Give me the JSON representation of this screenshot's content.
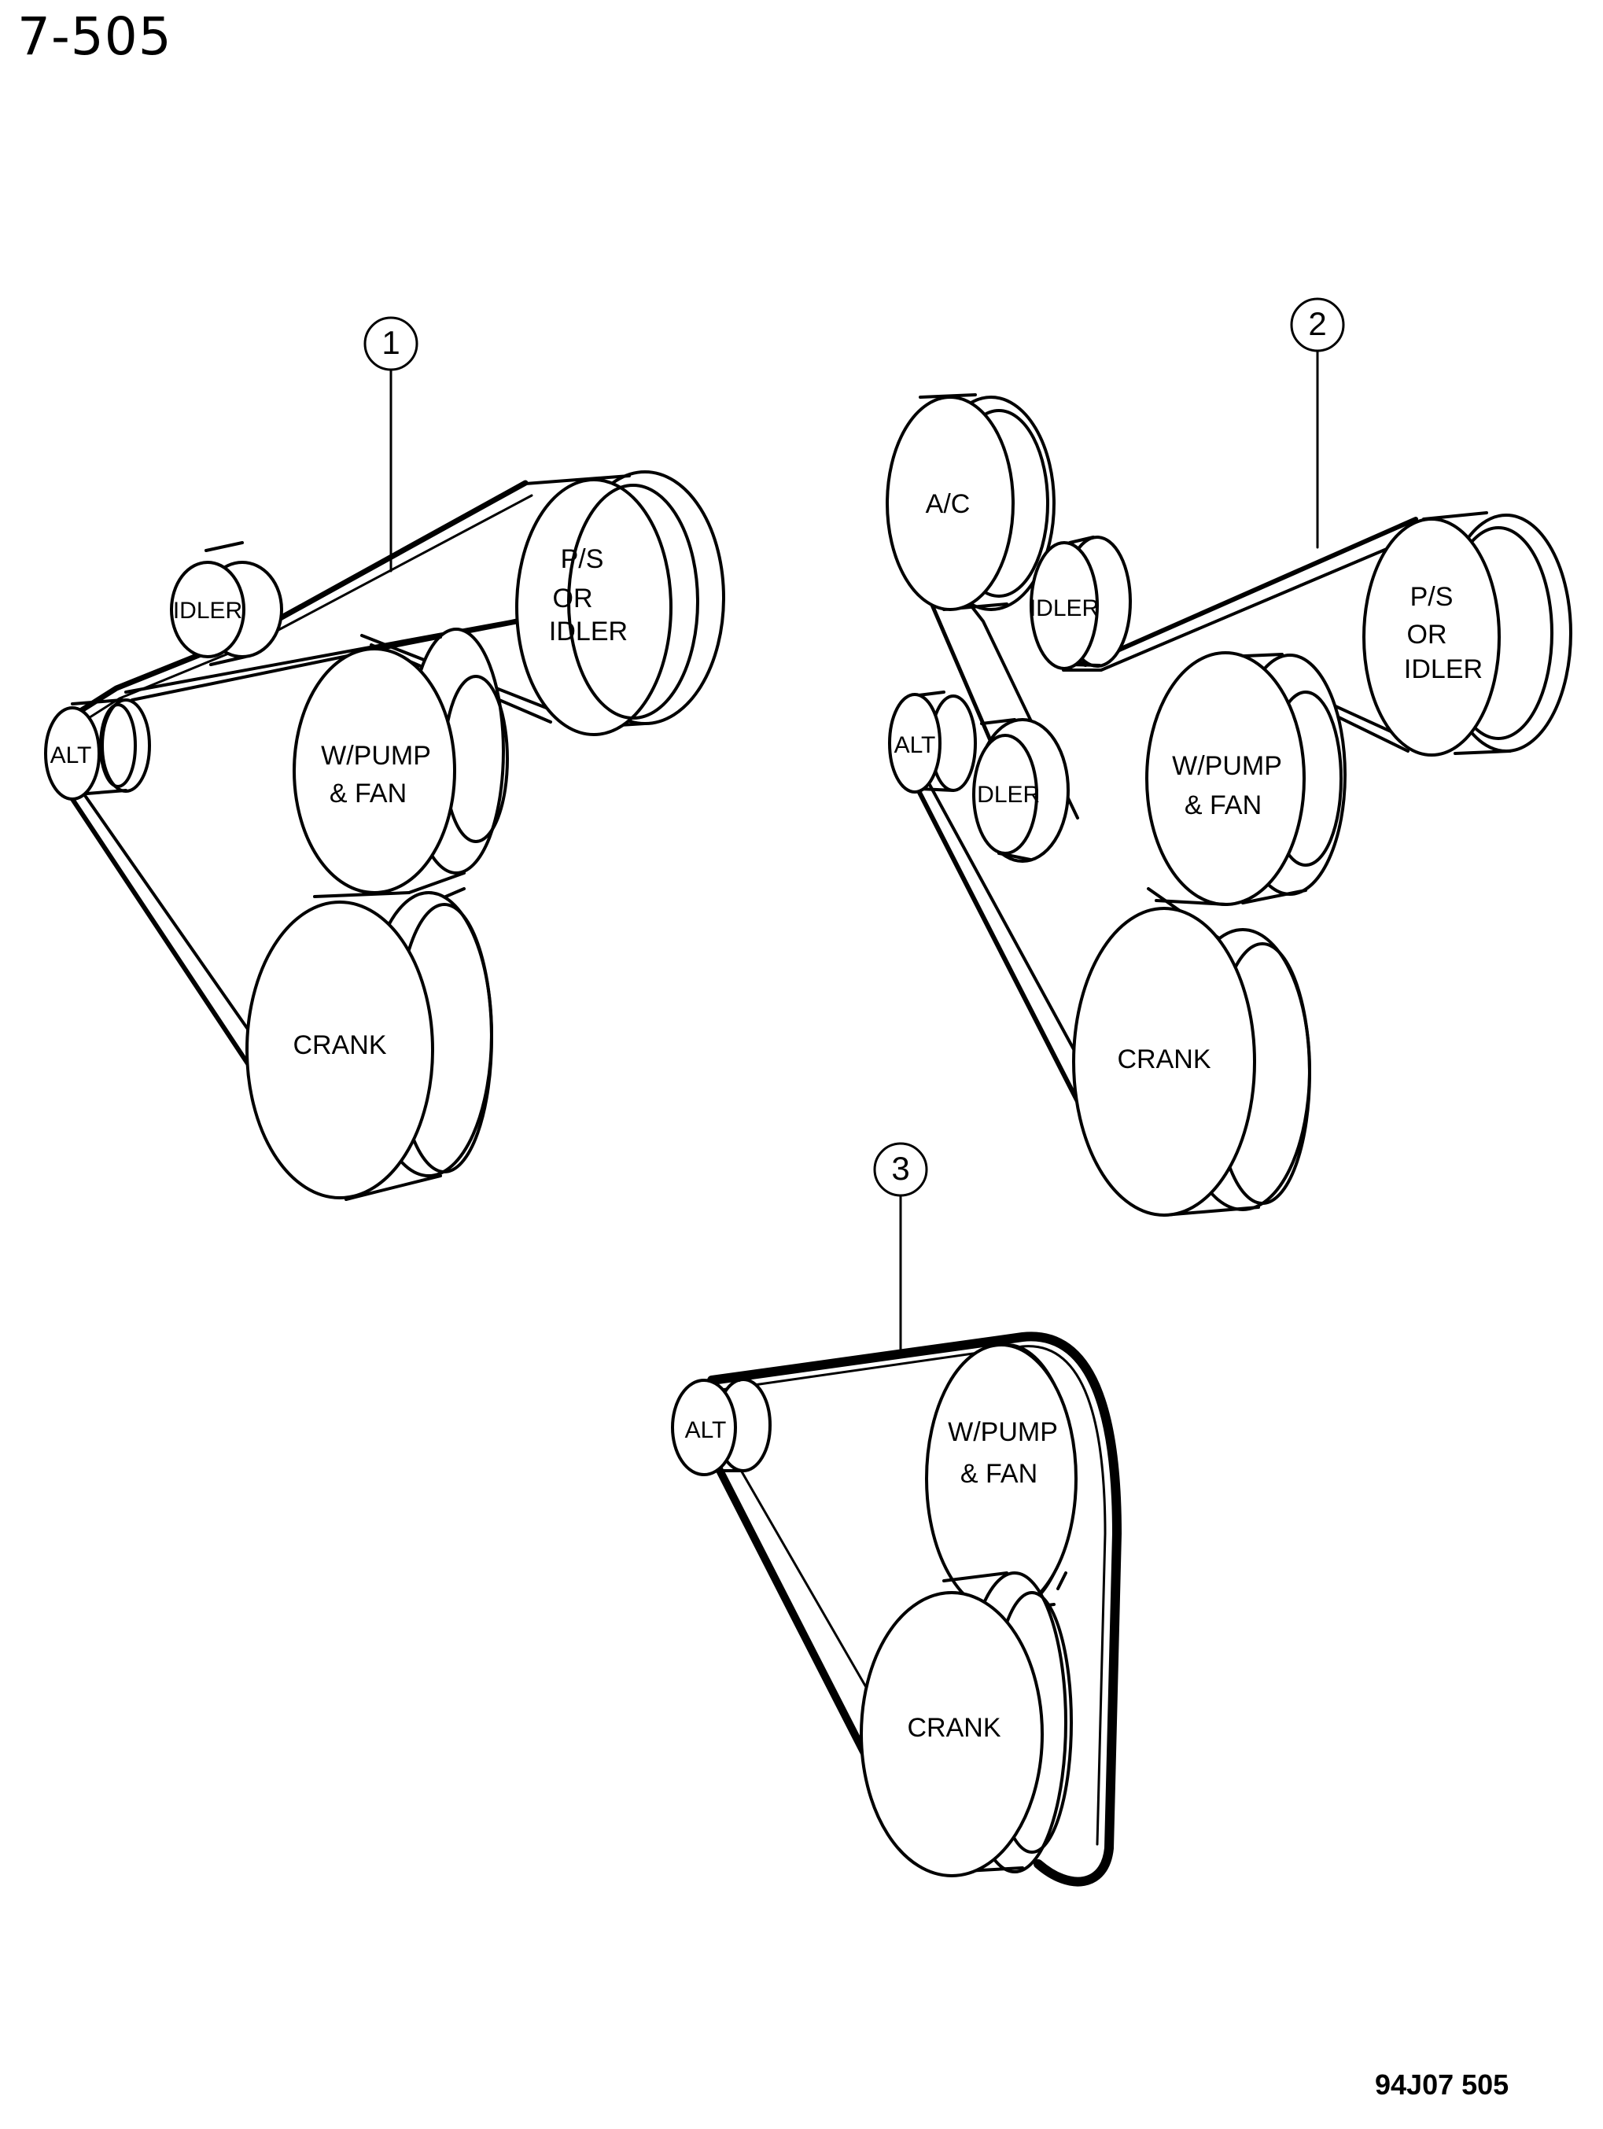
{
  "page_code": "7-505",
  "drawing_code": "94J07 505",
  "callouts": [
    "1",
    "2",
    "3"
  ],
  "layout_1": {
    "idler": "IDLER",
    "ps_or_idler": [
      "P/S",
      "OR",
      "IDLER"
    ],
    "alt": "ALT",
    "water_pump_fan": [
      "W/PUMP",
      "& FAN"
    ],
    "crank": "CRANK"
  },
  "layout_2": {
    "ac": "A/C",
    "idler_upper": "IDLER",
    "ps_or_idler": [
      "P/S",
      "OR",
      "IDLER"
    ],
    "alt": "ALT",
    "idler_lower": "IDLER",
    "water_pump_fan": [
      "W/PUMP",
      "& FAN"
    ],
    "crank": "CRANK"
  },
  "layout_3": {
    "alt": "ALT",
    "water_pump_fan": [
      "W/PUMP",
      "& FAN"
    ],
    "crank": "CRANK"
  }
}
